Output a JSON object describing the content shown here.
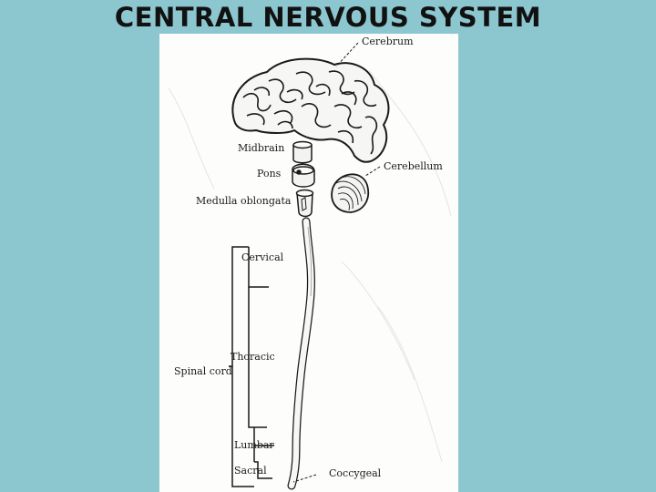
{
  "title": "CENTRAL NERVOUS SYSTEM",
  "labels": {
    "cerebrum": "Cerebrum",
    "midbrain": "Midbrain",
    "pons": "Pons",
    "cerebellum": "Cerebellum",
    "medulla": "Medulla oblongata",
    "cervical": "Cervical",
    "thoracic": "Thoracic",
    "spinal_cord": "Spinal cord",
    "lumbar": "Lumbar",
    "sacral": "Sacral",
    "coccygeal": "Coccygeal"
  },
  "colors": {
    "background": "#8cc6cf",
    "panel": "#fdfdfb",
    "ink": "#1a1a1a"
  }
}
